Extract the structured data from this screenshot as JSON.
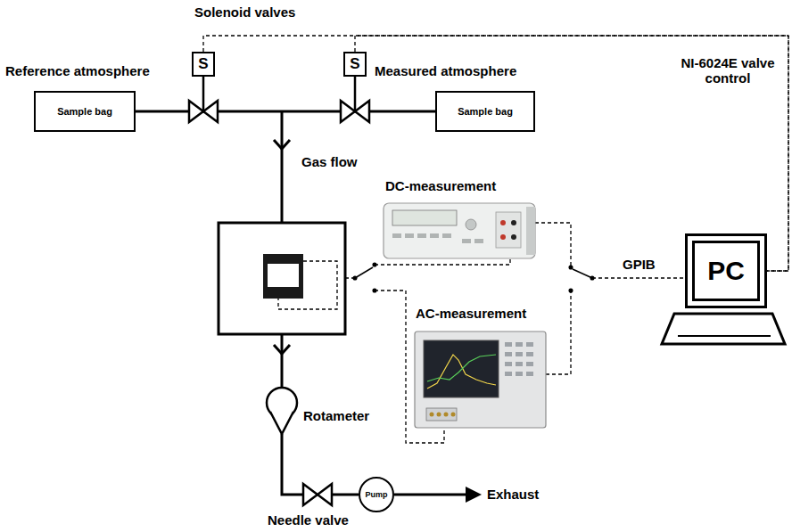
{
  "diagram": {
    "nodes": [
      {
        "text": [
          "S"
        ]
      },
      {
        "text": [
          "S"
        ]
      },
      {
        "text": [
          "Sample bag"
        ]
      },
      {
        "text": [
          "Sample bag"
        ]
      },
      {
        "text": [
          "PC"
        ]
      },
      {
        "text": [
          "Pump"
        ]
      }
    ],
    "edges": [
      {
        "from": 2,
        "to": 3,
        "arrow": "none"
      },
      {
        "from": 0,
        "to": 4,
        "arrow": "none"
      },
      {
        "from": 1,
        "to": 4,
        "arrow": "none"
      }
    ],
    "labels": [
      "Solenoid valves",
      "Reference atmosphere",
      "Measured atmosphere",
      "NI-6024E valve control",
      "Gas flow",
      "DC-measurement",
      "AC-measurement",
      "GPIB",
      "Rotameter",
      "Needle valve",
      "Exhaust"
    ]
  }
}
